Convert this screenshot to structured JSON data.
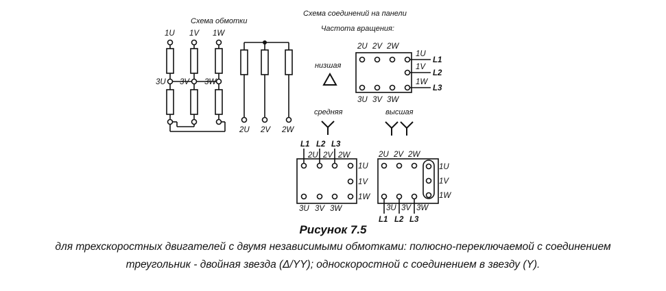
{
  "winding": {
    "title": "Схема обмотки",
    "top_labels": [
      "1U",
      "1V",
      "1W"
    ],
    "mid_labels": [
      "3U",
      "3V",
      "3W"
    ],
    "bottom_labels": [
      "2U",
      "2V",
      "2W"
    ]
  },
  "panel": {
    "title": "Схема соединений на панели",
    "freq_title": "Частота вращения:",
    "low": {
      "label": "низшая",
      "symbol": "Δ",
      "top_labels": [
        "2U",
        "2V",
        "2W"
      ],
      "bottom_labels": [
        "3U",
        "3V",
        "3W"
      ],
      "right_labels": [
        "1U",
        "1V",
        "1W"
      ],
      "line_labels": [
        "L1",
        "L2",
        "L3"
      ]
    },
    "mid": {
      "label": "средняя",
      "symbol": "Y",
      "line_labels": [
        "L1",
        "L2",
        "L3"
      ],
      "top_labels": [
        "2U",
        "2V",
        "2W"
      ],
      "bottom_labels": [
        "3U",
        "3V",
        "3W"
      ],
      "right_labels": [
        "1U",
        "1V",
        "1W"
      ]
    },
    "high": {
      "label": "высшая",
      "symbol": "YY",
      "top_labels": [
        "2U",
        "2V",
        "2W"
      ],
      "bottom_labels": [
        "3U",
        "3V",
        "3W"
      ],
      "right_labels": [
        "1U",
        "1V",
        "1W"
      ],
      "line_labels": [
        "L1",
        "L2",
        "L3"
      ]
    }
  },
  "caption": {
    "figure": "Рисунок 7.5",
    "line1": "для трехскоростных двигателей с двумя независимыми обмотками: полюсно-переключаемой с соединением",
    "line2": "треугольник - двойная звезда (Δ/YY); односкоростной с соединением в звезду (Y)."
  }
}
